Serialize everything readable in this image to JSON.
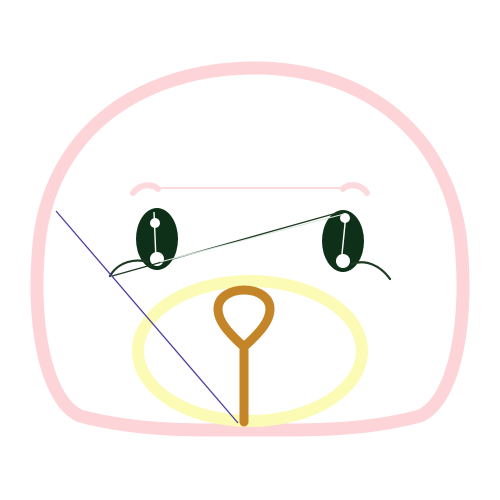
{
  "canvas": {
    "background": "#ffffff"
  },
  "colors": {
    "head_outline": "#fdd5d8",
    "brow": "#fcd9dc",
    "eye_fill": "#0e3018",
    "eye_highlight": "#ffffff",
    "eye_lash": "#1f3a22",
    "muzzle_outline": "#fbfbb6",
    "nose_mouth": "#c48428",
    "stray_line": "#4a3fa0"
  },
  "icons": [
    "head-outline",
    "left-brow",
    "right-brow",
    "left-eye",
    "right-eye",
    "muzzle-outline",
    "nose-mouth",
    "stray-stitch-line"
  ]
}
